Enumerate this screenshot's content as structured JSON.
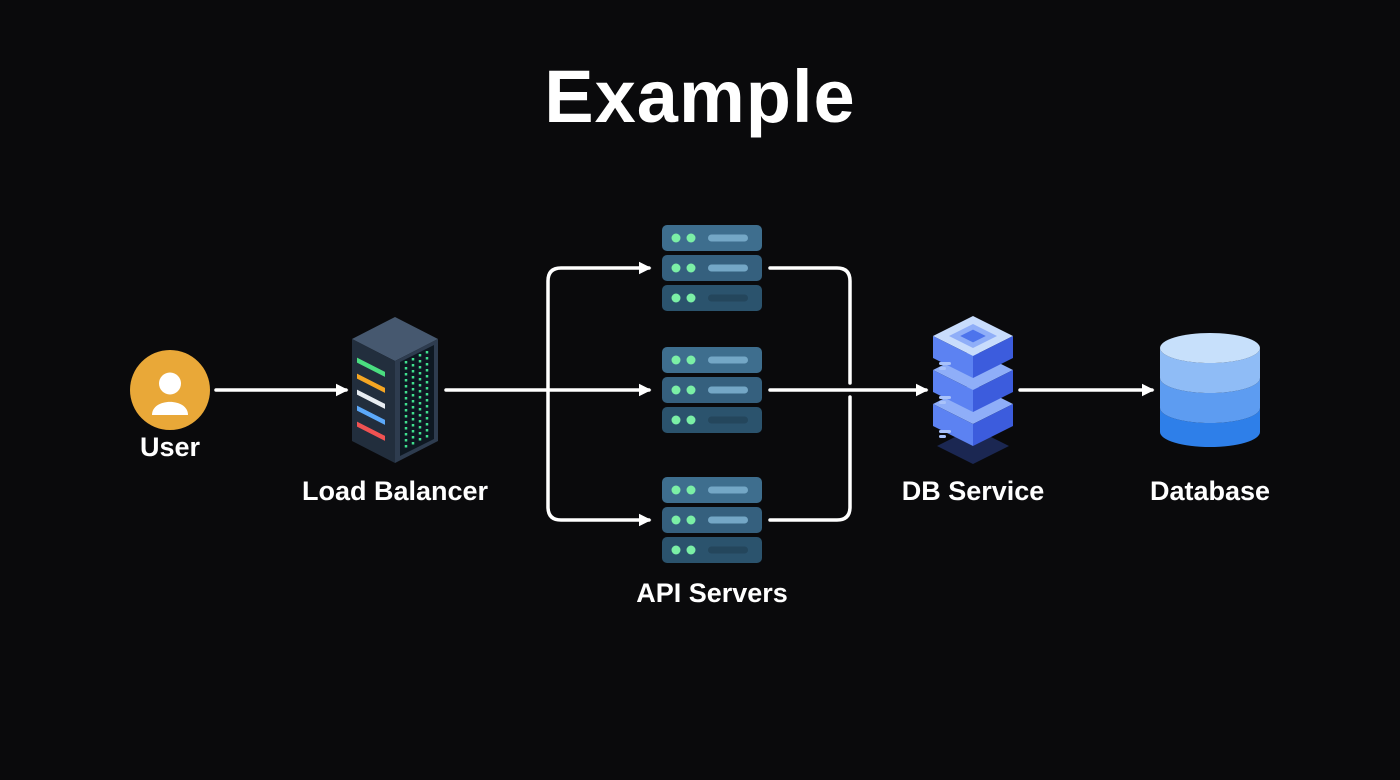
{
  "title": "Example",
  "nodes": {
    "user": {
      "label": "User"
    },
    "load_balancer": {
      "label": "Load Balancer"
    },
    "api_servers": {
      "label": "API Servers",
      "instance_count": 3
    },
    "db_service": {
      "label": "DB Service"
    },
    "database": {
      "label": "Database"
    }
  },
  "edges": [
    {
      "from": "User",
      "to": "Load Balancer"
    },
    {
      "from": "Load Balancer",
      "to": "API Server 1"
    },
    {
      "from": "Load Balancer",
      "to": "API Server 2"
    },
    {
      "from": "Load Balancer",
      "to": "API Server 3"
    },
    {
      "from": "API Server 1",
      "to": "DB Service"
    },
    {
      "from": "API Server 2",
      "to": "DB Service"
    },
    {
      "from": "API Server 3",
      "to": "DB Service"
    },
    {
      "from": "DB Service",
      "to": "Database"
    }
  ],
  "colors": {
    "background": "#0a0a0c",
    "connector": "#ffffff",
    "title_text": "#ffffff",
    "label_text": "#ffffff",
    "user_circle": "#e9a838",
    "load_balancer_body": "#2e3c4f",
    "load_balancer_matrix_green": "#3fe08d",
    "api_server_teal": "#35607e",
    "api_server_dot_green": "#7befa6",
    "db_service_blue": "#5c82f2",
    "database_blue": "#2e7fe9"
  }
}
